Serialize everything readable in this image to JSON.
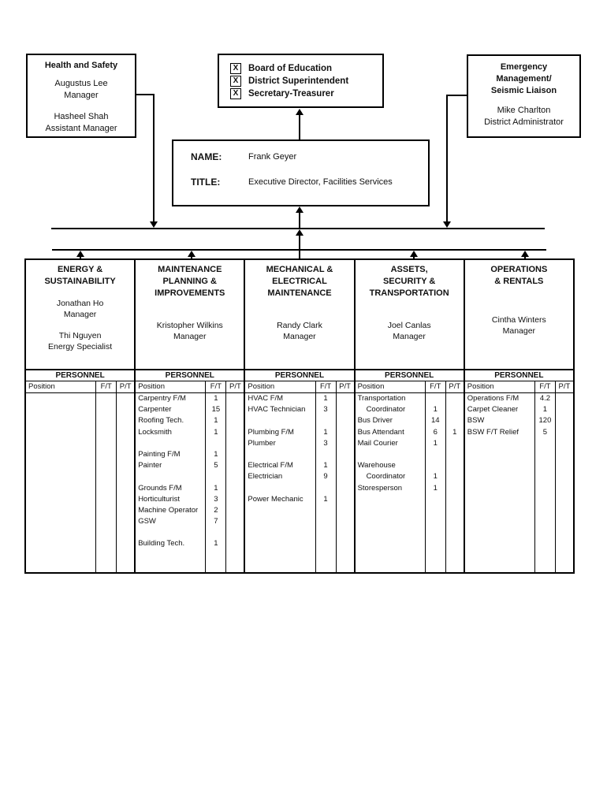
{
  "page": {
    "background": "#ffffff",
    "ink": "#000000"
  },
  "health": {
    "title": "Health and Safety",
    "people": [
      {
        "name": "Augustus Lee",
        "role": "Manager"
      },
      {
        "name": "Hasheel Shah",
        "role": "Assistant Manager"
      }
    ]
  },
  "authority": {
    "items": [
      {
        "mark": "X",
        "label": "Board of Education"
      },
      {
        "mark": "X",
        "label": "District Superintendent"
      },
      {
        "mark": "X",
        "label": "Secretary-Treasurer"
      }
    ]
  },
  "emergency": {
    "title_lines": [
      "Emergency",
      "Management/",
      "Seismic Liaison"
    ],
    "person": {
      "name": "Mike Charlton",
      "role": "District Administrator"
    }
  },
  "director": {
    "name_label": "NAME:",
    "name": "Frank Geyer",
    "title_label": "TITLE:",
    "title": "Executive Director, Facilities Services"
  },
  "personnel": {
    "band": "PERSONNEL",
    "headers": {
      "position": "Position",
      "ft": "F/T",
      "pt": "P/T"
    }
  },
  "departments": [
    {
      "title_lines": [
        "ENERGY &",
        "SUSTAINABILITY"
      ],
      "staff": [
        {
          "name": "Jonathan Ho",
          "role": "Manager"
        },
        {
          "name": "Thi Nguyen",
          "role": "Energy Specialist"
        }
      ],
      "rows": [
        {},
        {},
        {},
        {},
        {},
        {},
        {},
        {},
        {},
        {},
        {},
        {},
        {},
        {},
        {},
        {}
      ]
    },
    {
      "title_lines": [
        "MAINTENANCE",
        "PLANNING &",
        "IMPROVEMENTS"
      ],
      "staff": [
        {
          "name": "Kristopher Wilkins",
          "role": "Manager"
        }
      ],
      "rows": [
        {
          "p": "Carpentry F/M",
          "ft": "1"
        },
        {
          "p": "Carpenter",
          "ft": "15"
        },
        {
          "p": "Roofing Tech.",
          "ft": "1"
        },
        {
          "p": "Locksmith",
          "ft": "1"
        },
        {},
        {
          "p": "Painting F/M",
          "ft": "1"
        },
        {
          "p": "Painter",
          "ft": "5"
        },
        {},
        {
          "p": "Grounds F/M",
          "ft": "1"
        },
        {
          "p": "Horticulturist",
          "ft": "3"
        },
        {
          "p": "Machine Operator",
          "ft": "2"
        },
        {
          "p": "GSW",
          "ft": "7"
        },
        {},
        {
          "p": "Building Tech.",
          "ft": "1"
        },
        {},
        {}
      ]
    },
    {
      "title_lines": [
        "MECHANICAL &",
        "ELECTRICAL",
        "MAINTENANCE"
      ],
      "staff": [
        {
          "name": "Randy Clark",
          "role": "Manager"
        }
      ],
      "rows": [
        {
          "p": "HVAC F/M",
          "ft": "1"
        },
        {
          "p": "HVAC Technician",
          "ft": "3"
        },
        {},
        {
          "p": "Plumbing F/M",
          "ft": "1"
        },
        {
          "p": "Plumber",
          "ft": "3"
        },
        {},
        {
          "p": "Electrical F/M",
          "ft": "1"
        },
        {
          "p": "Electrician",
          "ft": "9"
        },
        {},
        {
          "p": "Power Mechanic",
          "ft": "1"
        },
        {},
        {},
        {},
        {},
        {},
        {}
      ]
    },
    {
      "title_lines": [
        "ASSETS,",
        "SECURITY &",
        "TRANSPORTATION"
      ],
      "staff": [
        {
          "name": "Joel Canlas",
          "role": "Manager"
        }
      ],
      "rows": [
        {
          "p": "Transportation"
        },
        {
          "p": "Coordinator",
          "ft": "1",
          "indent": true
        },
        {
          "p": "Bus Driver",
          "ft": "14"
        },
        {
          "p": "Bus Attendant",
          "ft": "6",
          "pt": "1"
        },
        {
          "p": "Mail Courier",
          "ft": "1"
        },
        {},
        {
          "p": "Warehouse"
        },
        {
          "p": "Coordinator",
          "ft": "1",
          "indent": true
        },
        {
          "p": "Storesperson",
          "ft": "1"
        },
        {},
        {},
        {},
        {},
        {},
        {},
        {}
      ]
    },
    {
      "title_lines": [
        "OPERATIONS",
        "& RENTALS"
      ],
      "staff": [
        {
          "name": "Cintha Winters",
          "role": "Manager"
        }
      ],
      "rows": [
        {
          "p": "Operations F/M",
          "ft": "4.2"
        },
        {
          "p": "Carpet Cleaner",
          "ft": "1"
        },
        {
          "p": "BSW",
          "ft": "120"
        },
        {
          "p": "BSW F/T Relief",
          "ft": "5"
        },
        {},
        {},
        {},
        {},
        {},
        {},
        {},
        {},
        {},
        {},
        {},
        {}
      ]
    }
  ]
}
